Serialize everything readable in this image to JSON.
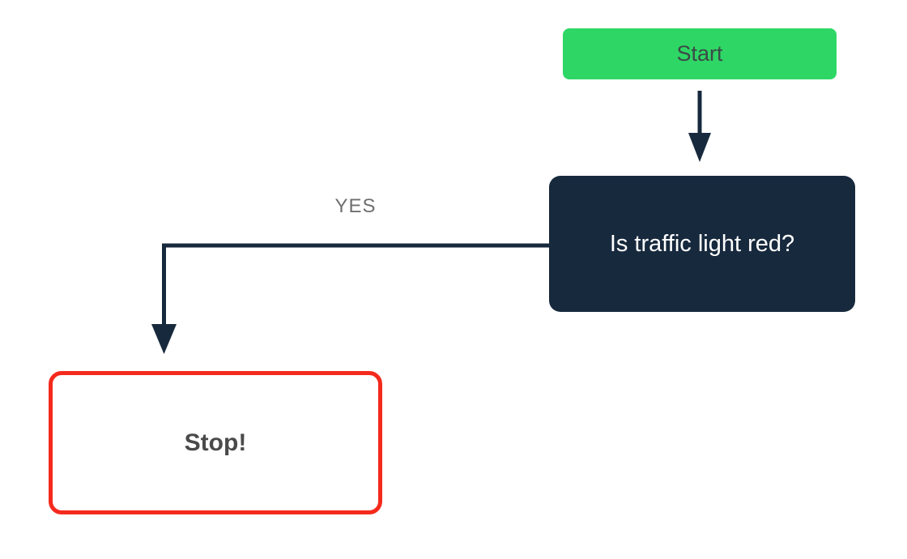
{
  "diagram": {
    "type": "flowchart",
    "nodes": [
      {
        "id": "start",
        "label": "Start",
        "shape": "rounded-rect",
        "role": "start"
      },
      {
        "id": "decision",
        "label": "Is traffic light red?",
        "shape": "rounded-rect",
        "role": "decision"
      },
      {
        "id": "stop",
        "label": "Stop!",
        "shape": "rounded-rect-outline",
        "role": "terminal"
      }
    ],
    "edges": [
      {
        "from": "start",
        "to": "decision",
        "label": ""
      },
      {
        "from": "decision",
        "to": "stop",
        "label": "YES"
      }
    ]
  },
  "colors": {
    "background": "#ffffff",
    "start_bg": "#2ed765",
    "start_text": "#3c4a46",
    "decision_bg": "#17293d",
    "decision_text": "#ffffff",
    "stop_bg": "#ffffff",
    "stop_border": "#f42a1d",
    "stop_text": "#4a4a4a",
    "arrow": "#17293d",
    "edge_label": "#6f6f6f"
  }
}
